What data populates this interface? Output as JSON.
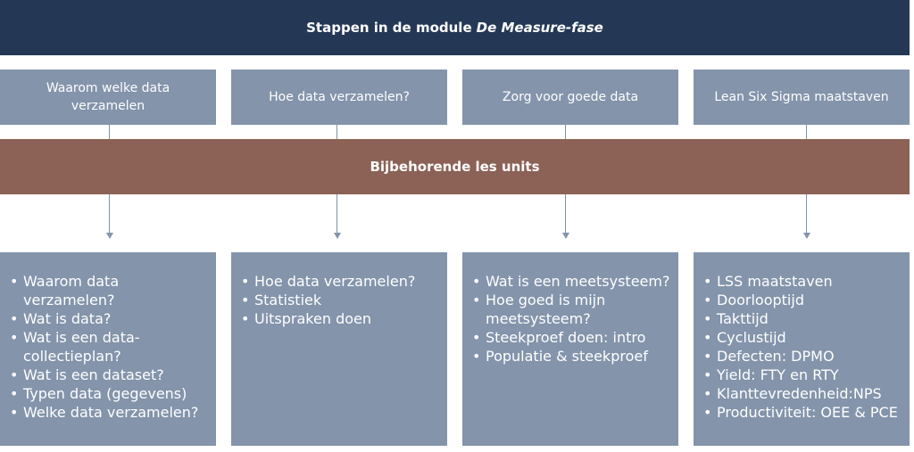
{
  "title": {
    "prefix": "Stappen in de module",
    "emphasis": "De Measure-fase"
  },
  "band_label": "Bijbehorende les units",
  "columns": [
    {
      "step": "Waarom welke data verzamelen",
      "units": [
        "Waarom data verzamelen?",
        "Wat is data?",
        "Wat is een data-collectieplan?",
        "Wat is een dataset?",
        "Typen data (gegevens)",
        "Welke data verzamelen?"
      ]
    },
    {
      "step": "Hoe data verzamelen?",
      "units": [
        "Hoe data verzamelen?",
        "Statistiek",
        "Uitspraken doen"
      ]
    },
    {
      "step": "Zorg voor goede data",
      "units": [
        "Wat is een meetsysteem?",
        "Hoe goed is mijn meetsysteem?",
        "Steekproef doen: intro",
        "Populatie & steekproef"
      ]
    },
    {
      "step": "Lean Six Sigma maatstaven",
      "units": [
        "LSS maatstaven",
        "Doorlooptijd",
        "Takttijd",
        "Cyclustijd",
        "Defecten: DPMO",
        "Yield: FTY en RTY",
        "Klanttevredenheid:NPS",
        "Productiviteit: OEE & PCE"
      ]
    }
  ]
}
